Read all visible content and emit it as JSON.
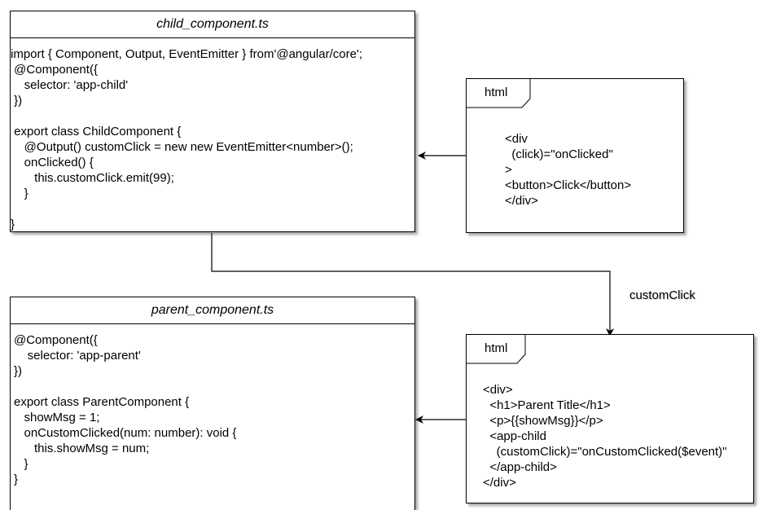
{
  "child": {
    "title": "child_component.ts",
    "lines": [
      "import { Component, Output, EventEmitter } from'@angular/core';",
      " @Component({",
      "    selector: 'app-child'",
      " })",
      "",
      " export class ChildComponent {",
      "    @Output() customClick = new new EventEmitter<number>();",
      "    onClicked() {",
      "       this.customClick.emit(99);",
      "    }",
      "",
      "}"
    ]
  },
  "parent": {
    "title": "parent_component.ts",
    "lines": [
      "@Component({",
      "    selector: 'app-parent'",
      "})",
      "",
      "export class ParentComponent {",
      "   showMsg = 1;",
      "   onCustomClicked(num: number): void {",
      "      this.showMsg = num;",
      "   }",
      "}"
    ]
  },
  "child_html": {
    "tab": "html",
    "lines": [
      "<div",
      "  (click)=\"onClicked\"",
      ">",
      "<button>Click</button>",
      "</div>"
    ]
  },
  "parent_html": {
    "tab": "html",
    "lines": [
      "<div>",
      "  <h1>Parent Title</h1>",
      "  <p>{{showMsg}}</p>",
      "  <app-child",
      "    (customClick)=\"onCustomClicked($event)\"",
      "  </app-child>",
      "</div>"
    ]
  },
  "edges": {
    "custom_click_label": "customClick"
  }
}
